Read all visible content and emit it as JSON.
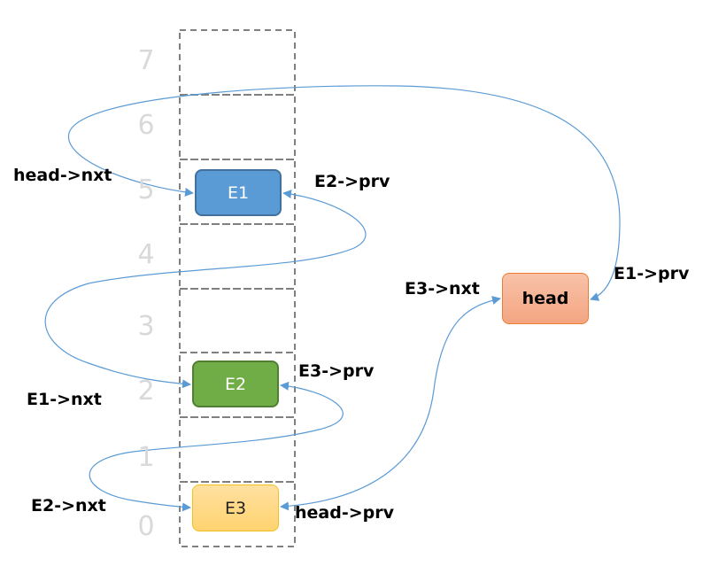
{
  "indices": [
    "7",
    "6",
    "5",
    "4",
    "3",
    "2",
    "1",
    "0"
  ],
  "nodes": {
    "e1": {
      "label": "E1",
      "color": "#5b9bd5"
    },
    "e2": {
      "label": "E2",
      "color": "#70ad47"
    },
    "e3": {
      "label": "E3",
      "color": "#ffd685"
    },
    "head": {
      "label": "head",
      "color": "#f4a582"
    }
  },
  "labels": {
    "head_nxt": "head->nxt",
    "e2_prv": "E2->prv",
    "e3_nxt": "E3->nxt",
    "e1_prv": "E1->prv",
    "e1_nxt": "E1->nxt",
    "e3_prv": "E3->prv",
    "e2_nxt": "E2->nxt",
    "head_prv": "head->prv"
  },
  "colors": {
    "arrow": "#5b9bd5",
    "cell_border": "#808080",
    "index_text": "#d9d9d9"
  }
}
